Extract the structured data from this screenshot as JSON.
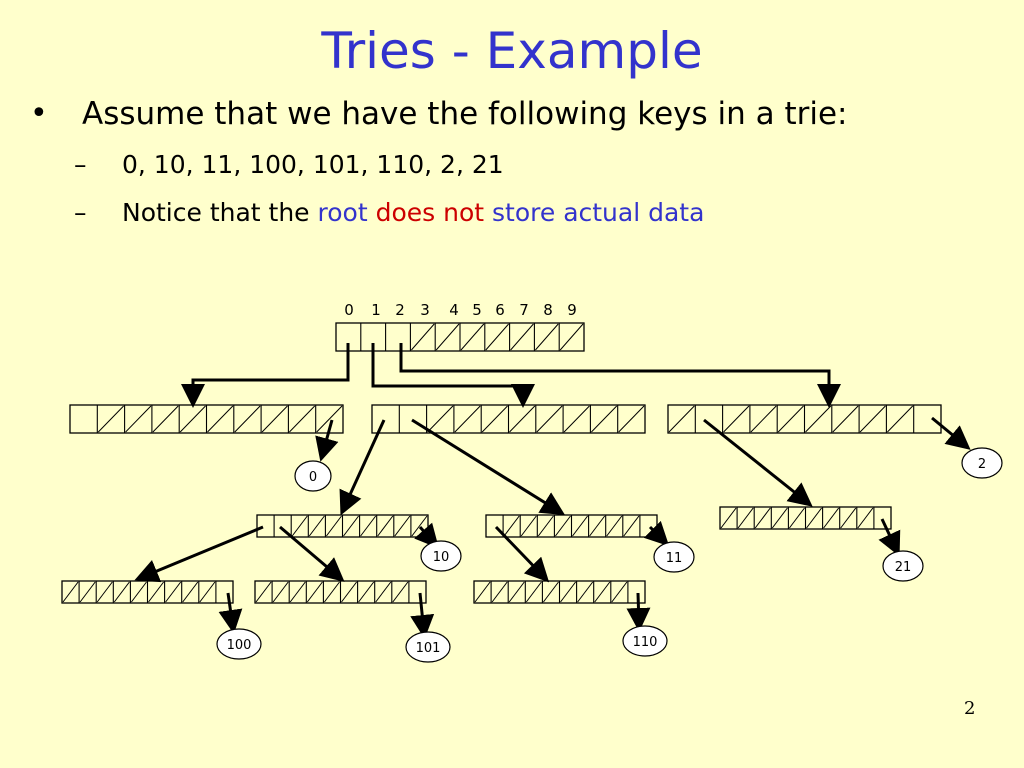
{
  "slide": {
    "title": "Tries - Example",
    "bullet_symbol": "•",
    "bullet": "Assume that we have the following keys in a trie:",
    "sub_dash": "–",
    "sub1": "0, 10, 11, 100, 101, 110, 2, 21",
    "sub2_prefix": "Notice that the",
    "sub2_root": "root",
    "sub2_doesnot": "does not",
    "sub2_rest": "store actual data",
    "page_number": "2"
  },
  "colors": {
    "background": "#ffffcc",
    "title": "#3333cc",
    "highlight_blue": "#3333cc",
    "highlight_red": "#cc0000"
  },
  "diagram": {
    "root_index_labels": [
      "0",
      "1",
      "2",
      "3",
      "4",
      "5",
      "6",
      "7",
      "8",
      "9"
    ],
    "key_nodes": [
      "0",
      "2",
      "10",
      "11",
      "21",
      "100",
      "101",
      "110"
    ]
  }
}
